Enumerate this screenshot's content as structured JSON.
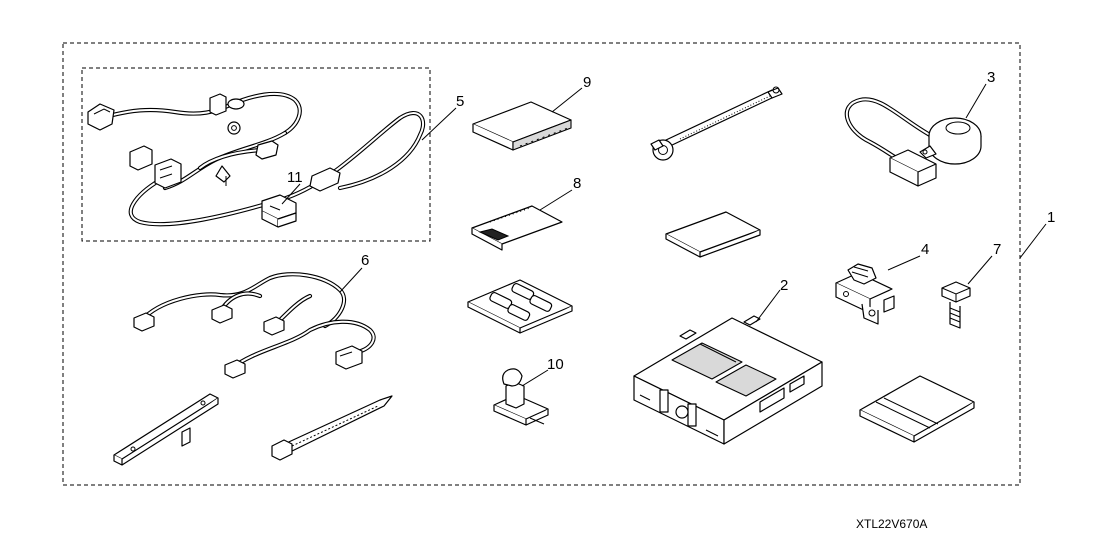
{
  "diagram": {
    "callouts": {
      "c1": "1",
      "c2": "2",
      "c3": "3",
      "c4": "4",
      "c5": "5",
      "c6": "6",
      "c7": "7",
      "c8": "8",
      "c9": "9",
      "c10": "10",
      "c11": "11"
    },
    "drawing_code": "XTL22V670A"
  }
}
